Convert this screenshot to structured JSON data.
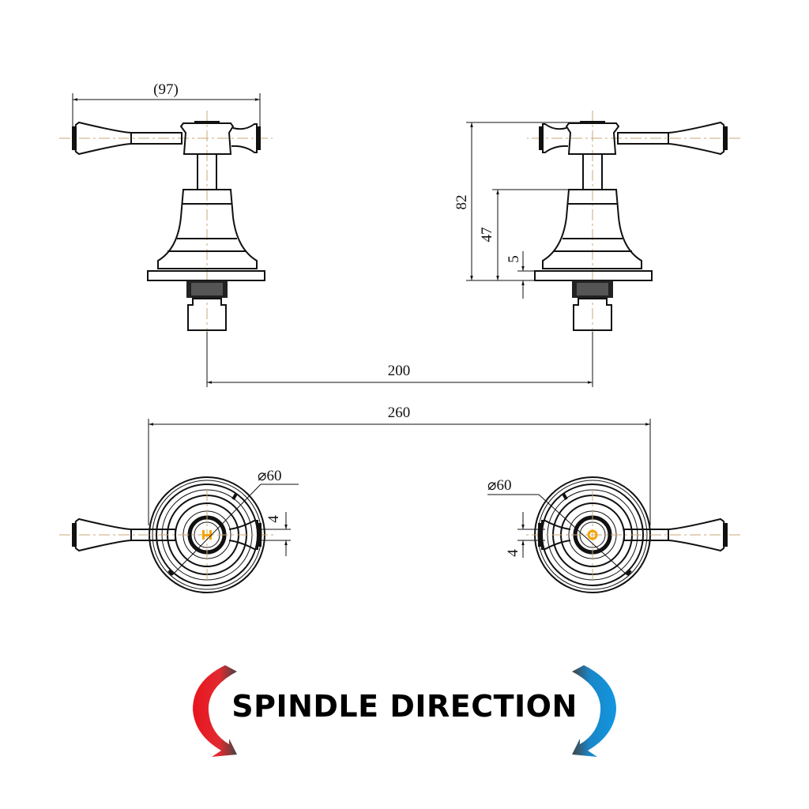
{
  "dimensions": {
    "handle_width": "(97)",
    "total_height": "82",
    "body_height": "47",
    "plate_thickness": "5",
    "center_spacing": "200",
    "overall_width": "260",
    "left_plate_diameter": "⌀60",
    "right_plate_diameter": "⌀60",
    "left_offset": "4",
    "right_offset": "4"
  },
  "caption": "SPINDLE DIRECTION",
  "colors": {
    "hot": "#e8141e",
    "cold": "#1296e0",
    "spindle_mark": "#f5a300"
  }
}
